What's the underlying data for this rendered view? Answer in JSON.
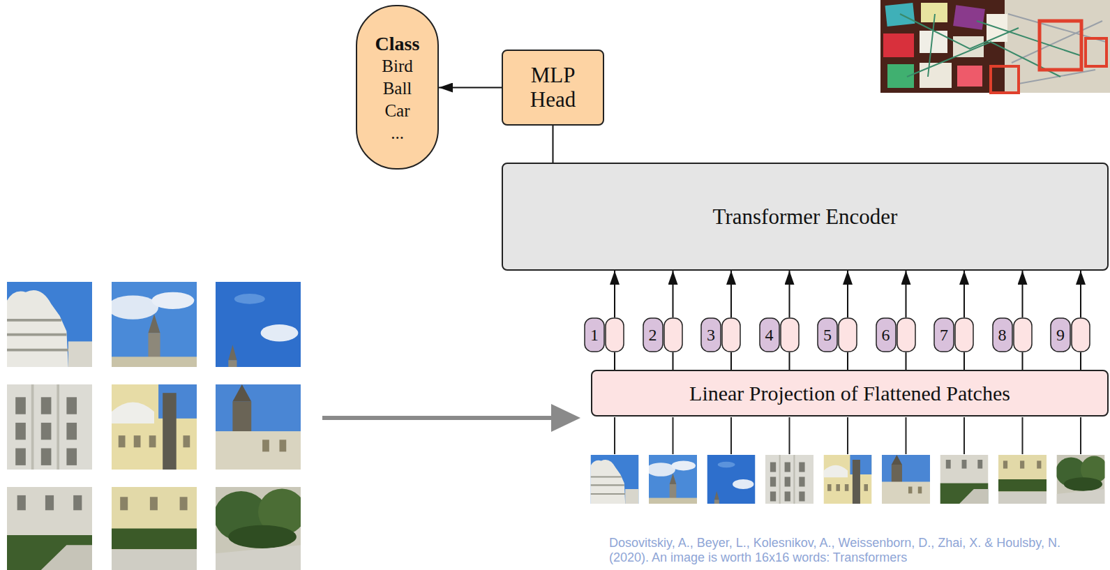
{
  "diagram": {
    "nodes": [
      {
        "text": [
          "Class",
          "Bird",
          "Ball",
          "Car",
          "..."
        ]
      },
      {
        "text": [
          "MLP Head"
        ]
      },
      {
        "text": [
          "Transformer Encoder"
        ]
      },
      {
        "text": [
          "1"
        ]
      },
      {
        "text": [
          "2"
        ]
      },
      {
        "text": [
          "3"
        ]
      },
      {
        "text": [
          "4"
        ]
      },
      {
        "text": [
          "5"
        ]
      },
      {
        "text": [
          "6"
        ]
      },
      {
        "text": [
          "7"
        ]
      },
      {
        "text": [
          "8"
        ]
      },
      {
        "text": [
          "9"
        ]
      },
      {
        "text": [
          "Linear Projection of Flattened Patches"
        ]
      }
    ],
    "edges": [
      {
        "from": 1,
        "to": 0,
        "arrow": "to"
      },
      {
        "from": 2,
        "to": 1,
        "arrow": "none"
      },
      {
        "from": 3,
        "to": 2,
        "arrow": "to"
      },
      {
        "from": 4,
        "to": 2,
        "arrow": "to"
      },
      {
        "from": 5,
        "to": 2,
        "arrow": "to"
      },
      {
        "from": 6,
        "to": 2,
        "arrow": "to"
      },
      {
        "from": 7,
        "to": 2,
        "arrow": "to"
      },
      {
        "from": 8,
        "to": 2,
        "arrow": "to"
      },
      {
        "from": 9,
        "to": 2,
        "arrow": "to"
      },
      {
        "from": 10,
        "to": 2,
        "arrow": "to"
      },
      {
        "from": 11,
        "to": 2,
        "arrow": "to"
      },
      {
        "from": 12,
        "to": 3,
        "arrow": "none"
      },
      {
        "from": 12,
        "to": 4,
        "arrow": "none"
      },
      {
        "from": 12,
        "to": 5,
        "arrow": "none"
      },
      {
        "from": 12,
        "to": 6,
        "arrow": "none"
      },
      {
        "from": 12,
        "to": 7,
        "arrow": "none"
      },
      {
        "from": 12,
        "to": 8,
        "arrow": "none"
      },
      {
        "from": 12,
        "to": 9,
        "arrow": "none"
      },
      {
        "from": 12,
        "to": 10,
        "arrow": "none"
      },
      {
        "from": 12,
        "to": 11,
        "arrow": "none"
      }
    ],
    "labels": [
      "Dosovitskiy, A., Beyer, L., Kolesnikov, A., Weissenborn, D., Zhai, X. & Houlsby, N. (2020). An image is worth 16x16 words: Transformers"
    ]
  }
}
